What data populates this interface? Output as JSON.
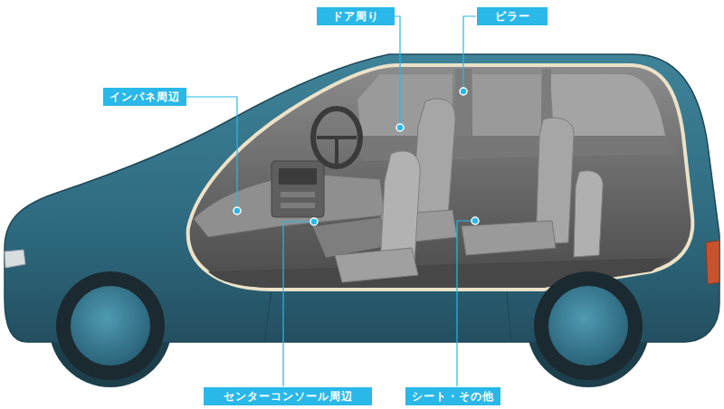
{
  "diagram": {
    "nodes": [
      {
        "text": [
          "ドア周り"
        ]
      },
      {
        "text": [
          "ピラー"
        ]
      },
      {
        "text": [
          "インパネ周辺"
        ]
      },
      {
        "text": [
          "センターコンソール周辺"
        ]
      },
      {
        "text": [
          "シート・その他"
        ]
      }
    ]
  }
}
